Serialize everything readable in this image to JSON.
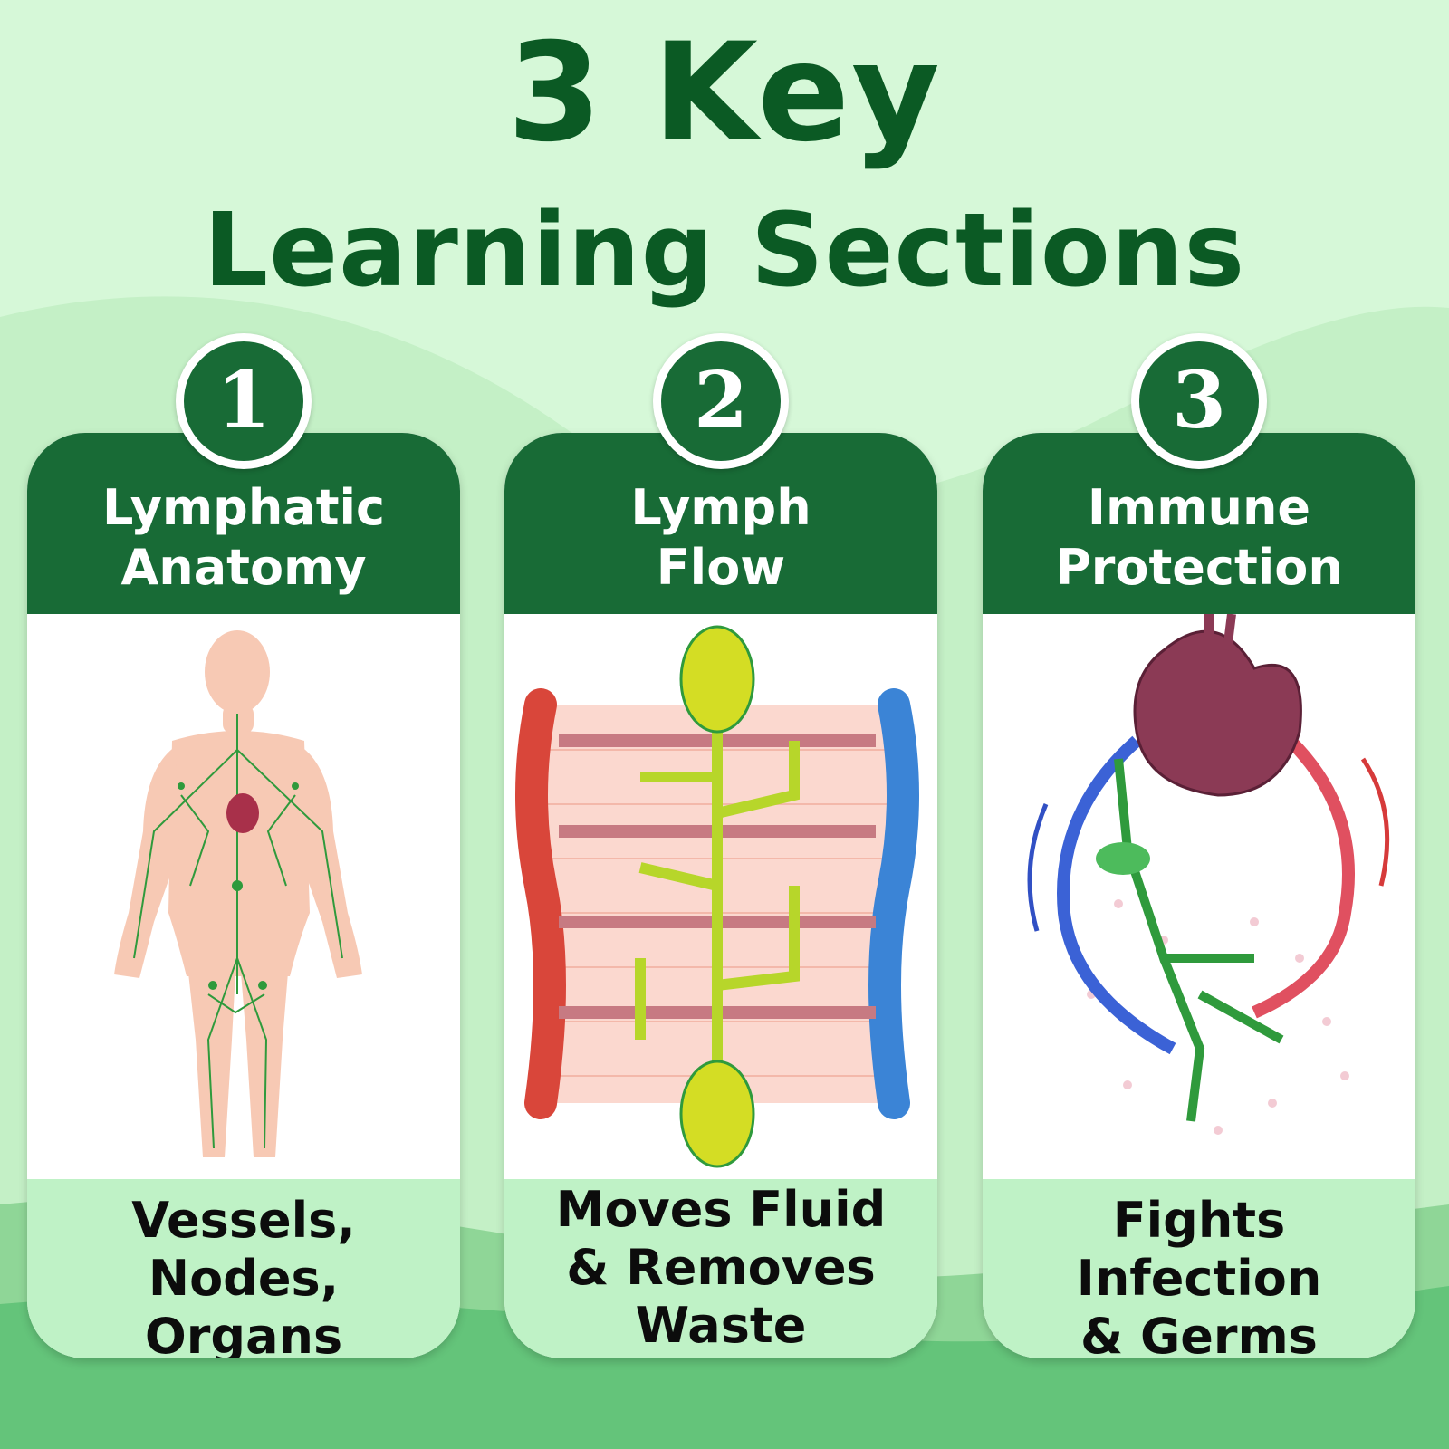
{
  "title": {
    "line1": "3 Key",
    "line2": "Learning Sections"
  },
  "sections": [
    {
      "number": "1",
      "heading_line1": "Lymphatic",
      "heading_line2": "Anatomy",
      "footer_line1": "Vessels,",
      "footer_line2": "Nodes,",
      "footer_line3": "Organs"
    },
    {
      "number": "2",
      "heading_line1": "Lymph",
      "heading_line2": "Flow",
      "footer_line1": "Moves Fluid",
      "footer_line2": "& Removes",
      "footer_line3": "Waste"
    },
    {
      "number": "3",
      "heading_line1": "Immune",
      "heading_line2": "Protection",
      "footer_line1": "Fights",
      "footer_line2": "Infection",
      "footer_line3": "& Germs"
    }
  ],
  "colors": {
    "title_green": "#0b5a24",
    "header_green": "#186b36",
    "footer_mint": "#bff2c6",
    "background": "#d6f8d8",
    "lymph_green": "#6fc23a",
    "artery_red": "#d9463a",
    "vein_blue": "#3b84d6",
    "node_yellow": "#d4dd24"
  }
}
